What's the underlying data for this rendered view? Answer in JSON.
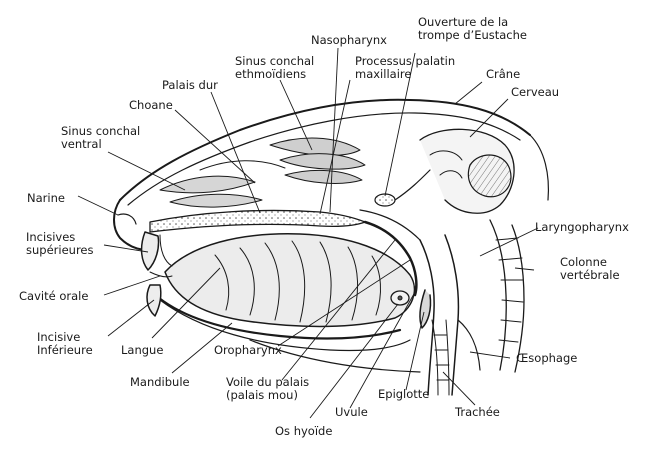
{
  "labels": {
    "nasopharynx": "Nasopharynx",
    "eustache": "Ouverture de la\ntrompe d’Eustache",
    "sinus_ethmo": "Sinus conchal\nethmoïdiens",
    "processus": "Processus palatin\nmaxillaire",
    "crane": "Crâne",
    "palais_dur": "Palais dur",
    "cerveau": "Cerveau",
    "choane": "Choane",
    "sinus_ventral": "Sinus conchal\nventral",
    "narine": "Narine",
    "laryngopharynx": "Laryngopharynx",
    "incisives_sup": "Incisives\nsupérieures",
    "colonne": "Colonne\nvertébrale",
    "cavite_orale": "Cavité orale",
    "incisive_inf": "Incisive\nInférieure",
    "langue": "Langue",
    "oropharynx": "Oropharynx",
    "oesophage": "Œsophage",
    "mandibule": "Mandibule",
    "voile": "Voile du palais\n(palais mou)",
    "epiglotte": "Epiglotte",
    "uvule": "Uvule",
    "trachee": "Trachée",
    "os_hyoide": "Os hyoïde"
  },
  "colors": {
    "ink": "#1a1a1a",
    "fill_light": "#e9e9e9",
    "fill_mid": "#bdbdbd",
    "fill_dark": "#555555"
  }
}
